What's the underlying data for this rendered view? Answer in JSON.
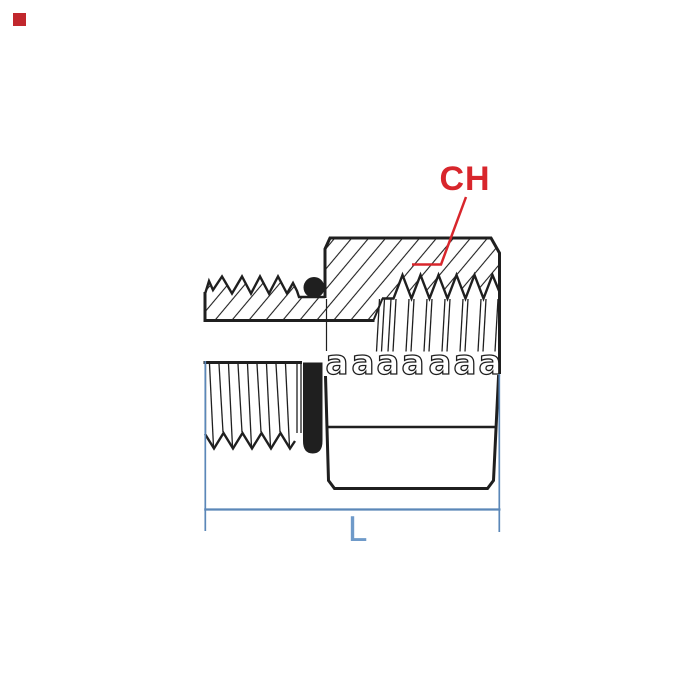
{
  "figure": {
    "kind": "technical-line-drawing",
    "subject": "male-to-female threaded hydraulic adapter, half-section side view",
    "annotations": {
      "hex_size_label": "CH",
      "overall_length_label": "L",
      "thread_glyph": "a"
    },
    "colors": {
      "line": "#1f1f1f",
      "annotation_red": "#d8262c",
      "dimension_blue": "#5b87b8",
      "label_blue": "#6f9ac9",
      "corner_marker_red": "#c1272d",
      "background": "#ffffff"
    }
  }
}
